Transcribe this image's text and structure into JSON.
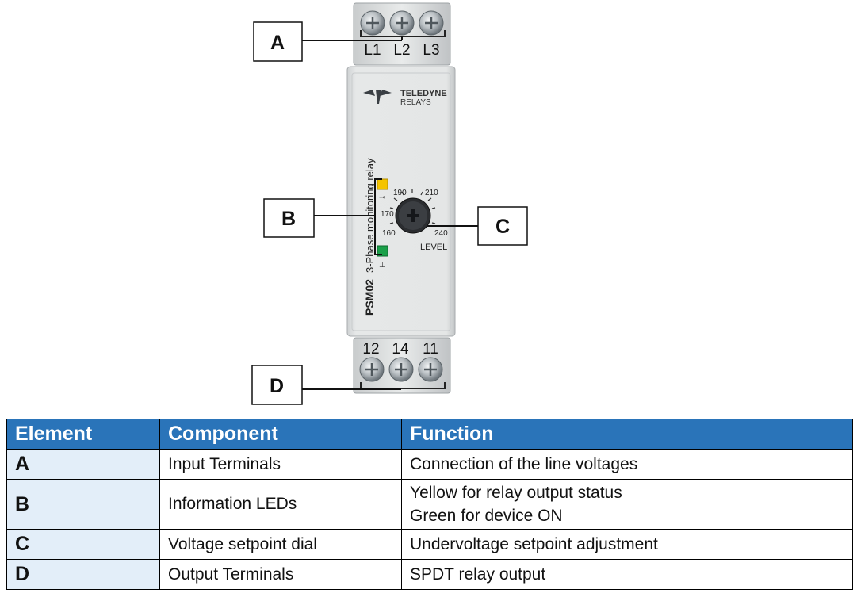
{
  "device": {
    "brand_line1": "TELEDYNE",
    "brand_line2": "RELAYS",
    "model": "PSM02",
    "description": "3-Phase monitoring relay",
    "top_terminals": [
      "L1",
      "L2",
      "L3"
    ],
    "bottom_terminals": [
      "12",
      "14",
      "11"
    ],
    "dial_marks": [
      "190",
      "210",
      "170",
      "160",
      "240"
    ],
    "dial_label": "LEVEL",
    "led_colors": {
      "yellow": "#f4c400",
      "green": "#1aa049"
    }
  },
  "callouts": [
    "A",
    "B",
    "C",
    "D"
  ],
  "table": {
    "headers": [
      "Element",
      "Component",
      "Function"
    ],
    "header_color": "#2a74b9",
    "rows": [
      {
        "element": "A",
        "component": "Input Terminals",
        "function": [
          "Connection of the line voltages"
        ]
      },
      {
        "element": "B",
        "component": "Information LEDs",
        "function": [
          "Yellow for relay output status",
          "Green for device ON"
        ]
      },
      {
        "element": "C",
        "component": "Voltage setpoint dial",
        "function": [
          "Undervoltage setpoint adjustment"
        ]
      },
      {
        "element": "D",
        "component": "Output Terminals",
        "function": [
          "SPDT relay output"
        ]
      }
    ]
  }
}
